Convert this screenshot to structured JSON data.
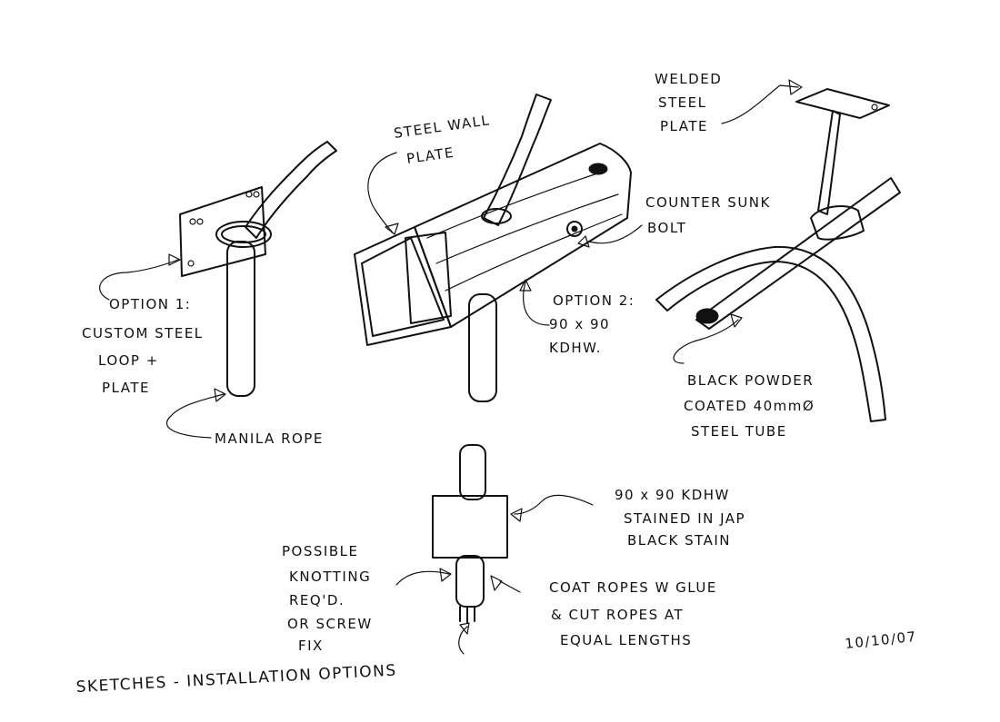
{
  "labels": {
    "steel_wall_plate": [
      "STEEL WALL",
      "PLATE"
    ],
    "welded_steel_plate": [
      "WELDED",
      "STEEL",
      "PLATE"
    ],
    "counter_sunk_bolt": [
      "COUNTER SUNK",
      "BOLT"
    ],
    "option_1": [
      "OPTION 1:",
      "CUSTOM STEEL",
      "LOOP +",
      "PLATE"
    ],
    "option_2": [
      "OPTION 2:",
      "90 x 90",
      "KDHW."
    ],
    "manila_rope": "MANILA ROPE",
    "black_powder_tube": [
      "BLACK POWDER",
      "COATED 40mmØ",
      "STEEL TUBE"
    ],
    "kdhw_stained": [
      "90 x 90 KDHW",
      "STAINED IN JAP",
      "BLACK STAIN"
    ],
    "possible_knotting": [
      "POSSIBLE",
      "KNOTTING",
      "REQ'D.",
      "OR SCREW",
      "FIX"
    ],
    "coat_ropes": [
      "COAT ROPES W GLUE",
      "& CUT ROPES AT",
      "EQUAL LENGTHS"
    ],
    "date": "10/10/07",
    "title": "SKETCHES - INSTALLATION OPTIONS"
  }
}
